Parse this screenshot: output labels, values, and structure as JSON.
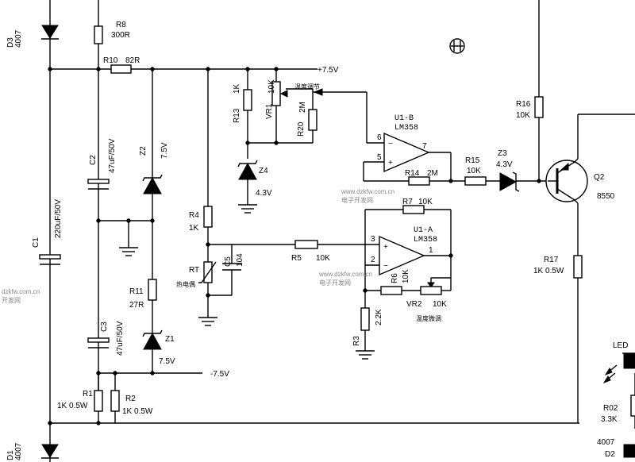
{
  "components": {
    "d3": {
      "ref": "D3",
      "value": "4007"
    },
    "r8": {
      "ref": "R8",
      "value": "300R"
    },
    "r10": {
      "ref": "R10",
      "value": "82R"
    },
    "vcc_pos": "+7.5V",
    "vcc_neg": "-7.5V",
    "r13": {
      "ref": "R13",
      "value": "1K"
    },
    "vr1": {
      "ref": "VR1",
      "value": "10K"
    },
    "temp_adjust": "温度调节",
    "r20": {
      "ref": "R20",
      "value": "2M"
    },
    "z4": {
      "ref": "Z4",
      "value": "4.3V"
    },
    "c2": {
      "ref": "C2",
      "value": "47uF/50V"
    },
    "z2": {
      "ref": "Z2",
      "value": "7.5V"
    },
    "c1": {
      "ref": "C1",
      "value": "220uF/50V"
    },
    "c3": {
      "ref": "C3",
      "value": "47uF/50V"
    },
    "r11": {
      "ref": "R11",
      "value": "27R"
    },
    "z1": {
      "ref": "Z1",
      "value": "7.5V"
    },
    "r1": {
      "ref": "R1",
      "value": "1K 0.5W"
    },
    "r2": {
      "ref": "R2",
      "value": "1K 0.5W"
    },
    "d1": {
      "ref": "D1",
      "value": "4007"
    },
    "r4": {
      "ref": "R4",
      "value": "1K"
    },
    "rt": {
      "ref": "RT",
      "value": "热电偶"
    },
    "c5": {
      "ref": "C5",
      "value": "104"
    },
    "r5": {
      "ref": "R5",
      "value": "10K"
    },
    "u1b": {
      "ref": "U1-B",
      "value": "LM358"
    },
    "u1a": {
      "ref": "U1-A",
      "value": "LM358"
    },
    "r14": {
      "ref": "R14",
      "value": "2M"
    },
    "r15": {
      "ref": "R15",
      "value": "10K"
    },
    "z3": {
      "ref": "Z3",
      "value": "4.3V"
    },
    "r7": {
      "ref": "R7",
      "value": "10K"
    },
    "r6": {
      "ref": "R6",
      "value": "10K"
    },
    "vr2": {
      "ref": "VR2",
      "value": "10K"
    },
    "fine_adjust": "温度微调",
    "r3": {
      "ref": "R3",
      "value": "2.2K"
    },
    "r16": {
      "ref": "R16",
      "value": "10K"
    },
    "q2": {
      "ref": "Q2",
      "value": "8550"
    },
    "r17": {
      "ref": "R17",
      "value": "1K 0.5W"
    },
    "led": {
      "ref": "LED"
    },
    "r02": {
      "ref": "R02",
      "value": "3.3K"
    },
    "d2": {
      "ref": "D2",
      "value": "4007"
    }
  },
  "pins": {
    "p6": "6",
    "p5": "5",
    "p7": "7",
    "p3": "3",
    "p2": "2",
    "p1": "1"
  },
  "pin_signs": {
    "minus": "−",
    "plus": "+"
  },
  "watermarks": {
    "url": "www.dzkfw.com.cn",
    "site": "电子开发网",
    "url_left": "dzkfw.com.cn",
    "site_left": "开发网"
  }
}
